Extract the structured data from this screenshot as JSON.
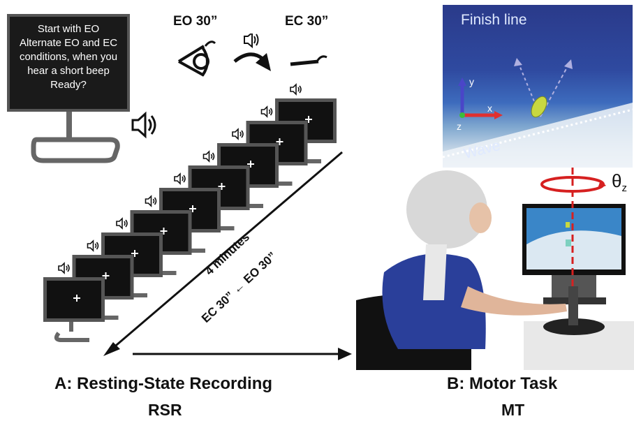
{
  "instruction_screen": {
    "line1": "Start with EO",
    "line2": "Alternate EO and EC",
    "line3": "conditions, when you",
    "line4": "hear a short beep",
    "line5": "Ready?"
  },
  "conditions": {
    "eo_label": "EO 30”",
    "ec_label": "EC 30”"
  },
  "sequence": {
    "duration_label": "4 minutes",
    "alternation_label": "EC 30” ← EO 30”",
    "monitor_count": 9
  },
  "simulation": {
    "finish_label": "Finish line",
    "wave_label": "Wave",
    "axis_y": "y",
    "axis_x": "x",
    "axis_z": "z"
  },
  "rotation_label": "θ",
  "rotation_sub": "z",
  "panel_a": {
    "title": "A: Resting-State Recording",
    "abbr": "RSR"
  },
  "panel_b": {
    "title": "B: Motor Task",
    "abbr": "MT"
  },
  "colors": {
    "rotation_axis": "#d62020",
    "screen": "#111111",
    "monitor_frame": "#555555",
    "sim_blue": "#2f4aa0"
  }
}
